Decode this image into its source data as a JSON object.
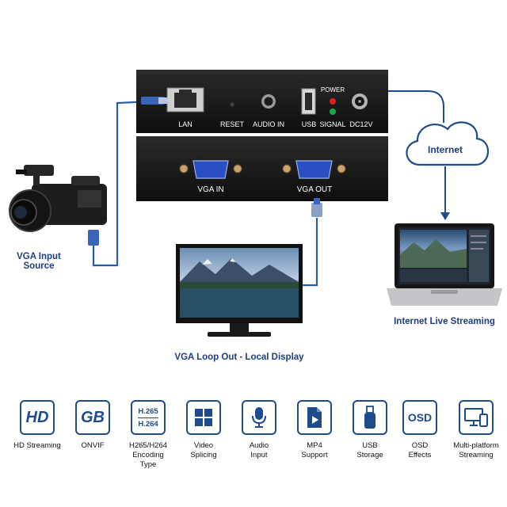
{
  "encoder": {
    "top_ports": {
      "lan": "LAN",
      "reset": "RESET",
      "audio_in": "AUDIO IN",
      "usb": "USB",
      "power": "POWER",
      "signal": "SIGNAL",
      "dc12v": "DC12V"
    },
    "bottom_ports": {
      "vga_in": "VGA IN",
      "vga_out": "VGA OUT"
    }
  },
  "cloud": {
    "label": "Internet"
  },
  "labels": {
    "camera_line1": "VGA Input",
    "camera_line2": "Source",
    "monitor": "VGA  Loop Out - Local Display",
    "laptop": "Internet Live Streaming"
  },
  "features": [
    {
      "icon": "hd-icon",
      "glyph": "HD",
      "label_line1": "HD Streaming",
      "label_line2": ""
    },
    {
      "icon": "gb-icon",
      "glyph": "GB",
      "label_line1": "ONVIF",
      "label_line2": ""
    },
    {
      "icon": "codec-icon",
      "glyph_top": "H.265",
      "glyph_bottom": "H.264",
      "label_line1": "H265/H264",
      "label_line2": "Encoding Type"
    },
    {
      "icon": "grid-icon",
      "label_line1": "Video",
      "label_line2": "Splicing"
    },
    {
      "icon": "microphone-icon",
      "label_line1": "Audio",
      "label_line2": "Input"
    },
    {
      "icon": "mp4-file-icon",
      "label_line1": "MP4",
      "label_line2": "Support"
    },
    {
      "icon": "usb-drive-icon",
      "label_line1": "USB",
      "label_line2": "Storage"
    },
    {
      "icon": "osd-icon",
      "glyph": "OSD",
      "label_line1": "OSD",
      "label_line2": "Effects"
    },
    {
      "icon": "multi-device-icon",
      "label_line1": "Multi-platform",
      "label_line2": "Streaming"
    }
  ],
  "colors": {
    "accent_blue": "#1e4b8c",
    "cable_blue": "#2a5aa8",
    "device_black": "#151515",
    "power_led": "#e02020",
    "signal_led": "#1aa84a"
  }
}
